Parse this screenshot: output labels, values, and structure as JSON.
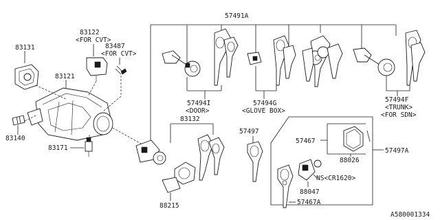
{
  "labels": {
    "p57491A": "57491A",
    "p83131": "83131",
    "p83122": "83122",
    "p83122_note": "<FOR CVT>",
    "p83487": "83487",
    "p83487_note": "<FOR CVT>",
    "p83121": "83121",
    "p83140": "83140",
    "p83171": "83171",
    "p57494I": "57494I",
    "p57494I_note": "<DOOR>",
    "p57494G": "57494G",
    "p57494G_note": "<GLOVE BOX>",
    "p57494F": "57494F",
    "p57494F_note1": "<TRUNK>",
    "p57494F_note2": "<FOR SDN>",
    "p83132": "83132",
    "p57497": "57497",
    "p57467": "57467",
    "p57497A": "57497A",
    "p88026": "88026",
    "pNS": "NS<CR1620>",
    "p88047": "88047",
    "p57467A": "57467A",
    "p88215": "88215",
    "diagram_id": "A580001334"
  }
}
